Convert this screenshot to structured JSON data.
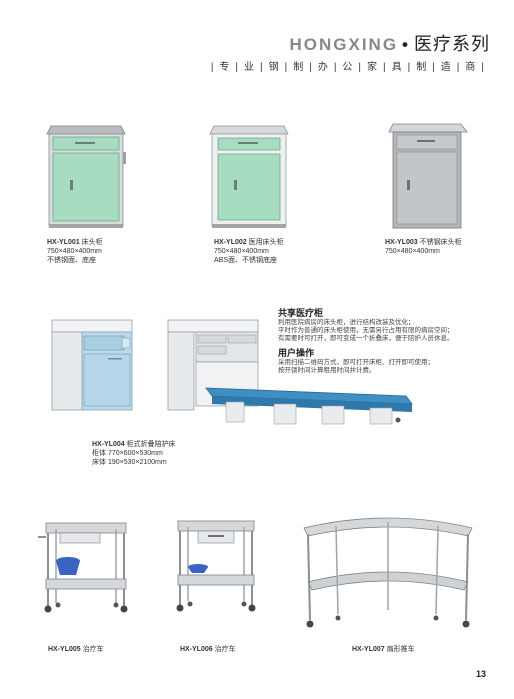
{
  "header": {
    "brand": "HONGXING",
    "dot": "•",
    "series": "医疗系列",
    "slogan": "|专|业|钢|制|办|公|家|具|制|造|商|"
  },
  "products": [
    {
      "code": "HX-YL001",
      "name": "床头柜",
      "size": "750×480×400mm",
      "note": "不锈钢面、底座"
    },
    {
      "code": "HX-YL002",
      "name": "医用床头柜",
      "size": "750×480×400mm",
      "note": "ABS面、不锈钢底座"
    },
    {
      "code": "HX-YL003",
      "name": "不锈钢床头柜",
      "size": "750×480×400mm",
      "note": ""
    },
    {
      "code": "HX-YL004",
      "name": "柜式折叠陪护床",
      "size": "柜体 770×600×530mm",
      "note": "床体 190×530×2100mm"
    },
    {
      "code": "HX-YL005",
      "name": "治疗车"
    },
    {
      "code": "HX-YL006",
      "name": "治疗车"
    },
    {
      "code": "HX-YL007",
      "name": "扇形推车"
    }
  ],
  "shared": {
    "title": "共享医疗柜",
    "text": [
      "利用医院病房的床头柜，进行结构改装及优化；",
      "平时作为普通的床头柜使用，无需另行占用有限的病房空间；",
      "有需要时可打开，即可变成一个折叠床，便于陪护人员休息。"
    ]
  },
  "usage": {
    "title": "用户操作",
    "text": [
      "采用扫描二维码方式，即可打开床柜、打开即可使用；",
      "按开锁时间计算租用时间并计费。"
    ]
  },
  "page_number": "13"
}
